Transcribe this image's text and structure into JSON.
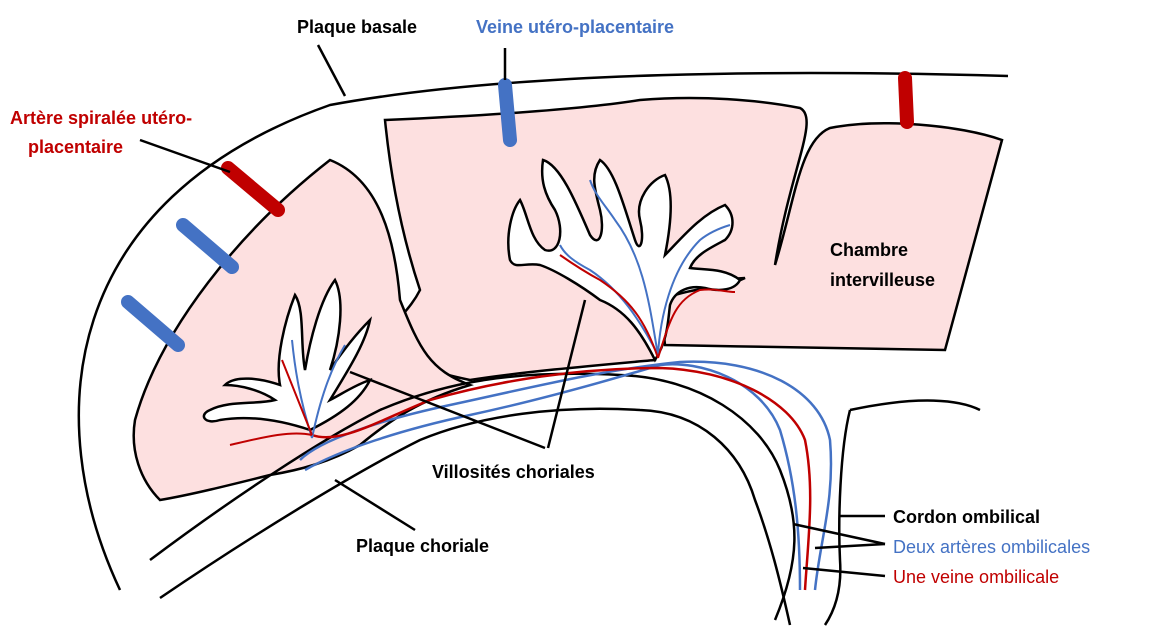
{
  "labels": {
    "plaque_basale": "Plaque  basale",
    "veine_utero_placentaire": "Veine utéro-placentaire",
    "artere_spiralee_line1": "Artère spiralée utéro-",
    "artere_spiralee_line2": "placentaire",
    "chambre_line1": "Chambre",
    "chambre_line2": "intervilleuse",
    "villosites": "Villosités choriales",
    "plaque_choriale": "Plaque  choriale",
    "cordon": "Cordon ombilical",
    "deux_arteres": "Deux artères ombilicales",
    "une_veine": "Une veine ombilicale"
  },
  "colors": {
    "placenta_fill": "#fde0e0",
    "outline": "#000000",
    "artery_red": "#c00000",
    "vein_blue": "#4472c4",
    "label_red": "#c00000",
    "label_blue": "#4472c4",
    "label_black": "#000000"
  }
}
